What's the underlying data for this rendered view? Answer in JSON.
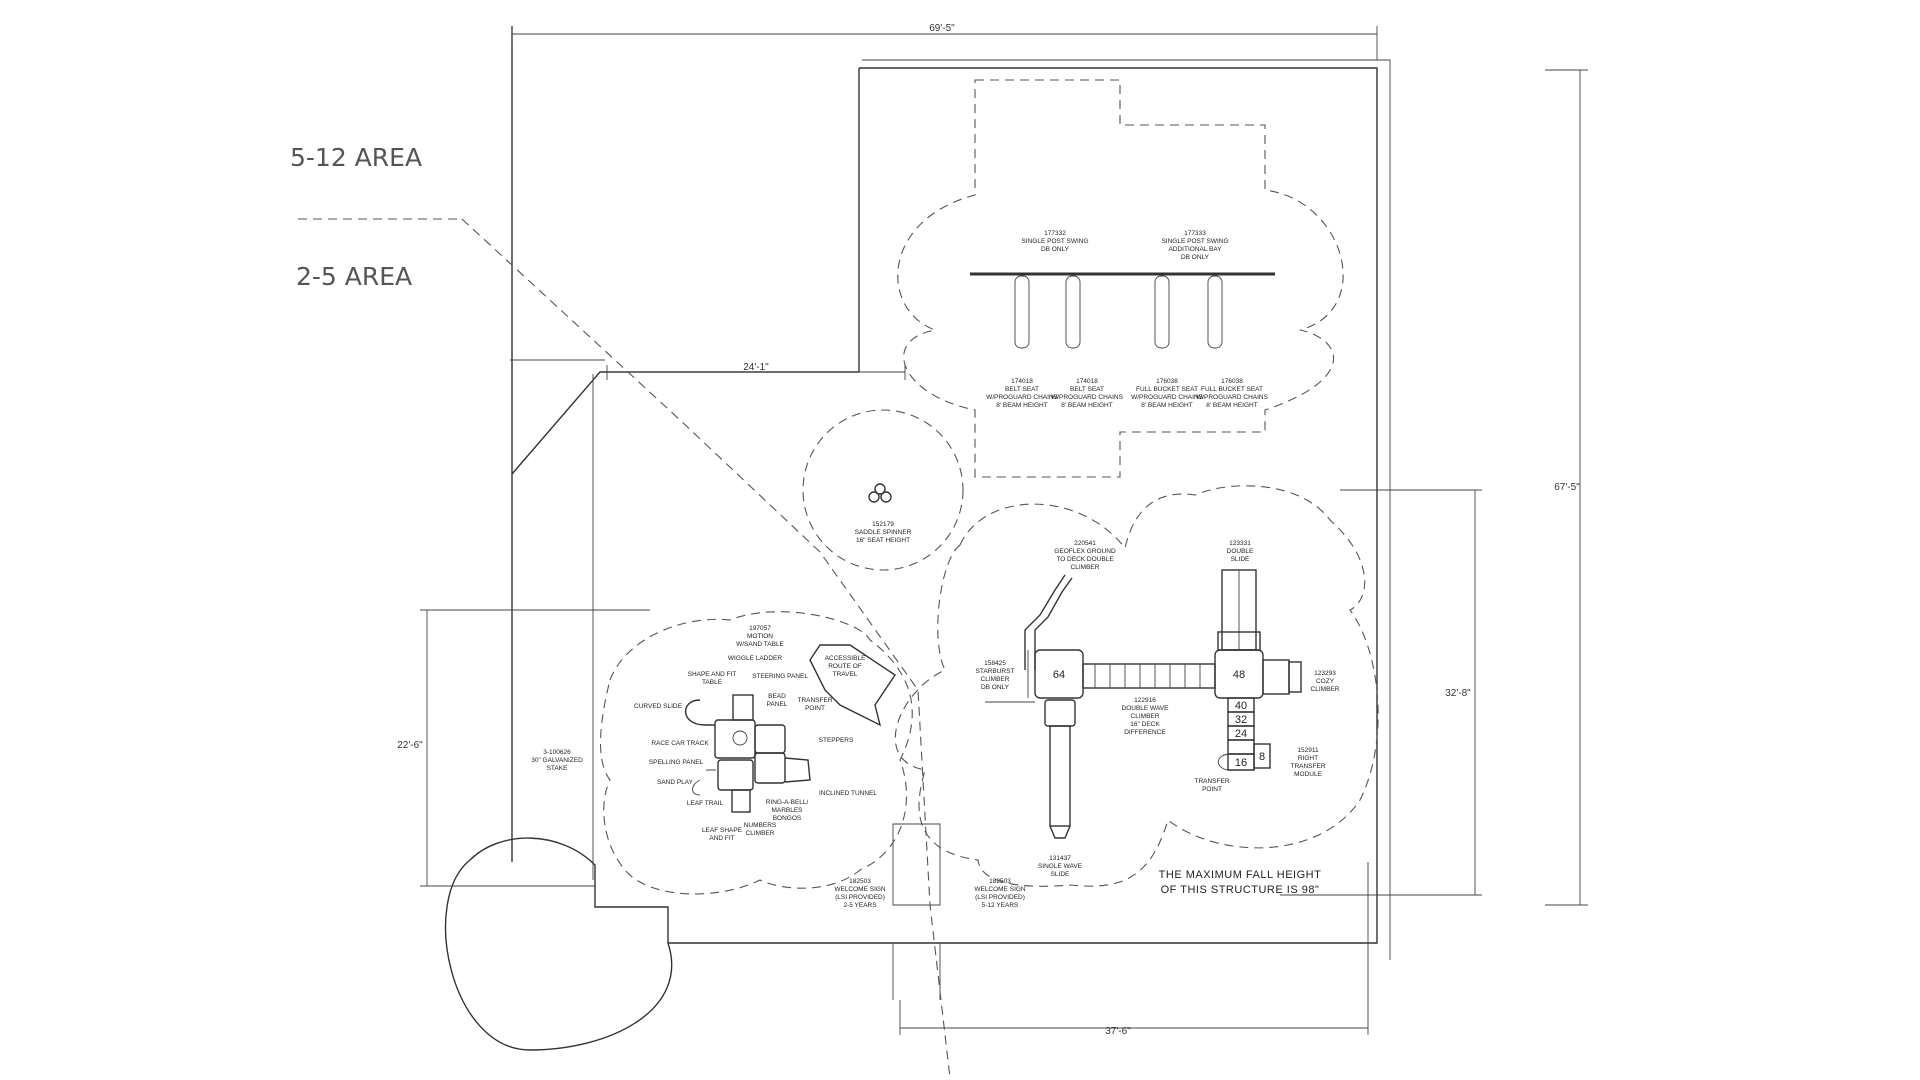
{
  "legend": {
    "upper": "5-12 AREA",
    "lower": "2-5 AREA"
  },
  "dimensions": {
    "top": "69'-5\"",
    "right_total": "67'-5\"",
    "right_partial": "32'-8\"",
    "bottom": "37'-6\"",
    "left": "22'-6\"",
    "mid": "24'-1\""
  },
  "note": {
    "line1": "THE MAXIMUM FALL HEIGHT",
    "line2": "OF THIS STRUCTURE IS 98\""
  },
  "swings": {
    "frame_left": [
      "177332",
      "SINGLE POST SWING",
      "DB ONLY"
    ],
    "frame_right": [
      "177333",
      "SINGLE POST SWING",
      "ADDITIONAL BAY",
      "DB ONLY"
    ],
    "seat1": [
      "174018",
      "BELT SEAT",
      "W/PROGUARD CHAINS",
      "8' BEAM HEIGHT"
    ],
    "seat2": [
      "174018",
      "BELT SEAT",
      "W/PROGUARD CHAINS",
      "8' BEAM HEIGHT"
    ],
    "seat3": [
      "176038",
      "FULL BUCKET SEAT",
      "W/PROGUARD CHAINS",
      "8' BEAM HEIGHT"
    ],
    "seat4": [
      "176038",
      "FULL BUCKET SEAT",
      "W/PROGUARD CHAINS",
      "8' BEAM HEIGHT"
    ]
  },
  "spinner": [
    "152179",
    "SADDLE SPINNER",
    "16\" SEAT HEIGHT"
  ],
  "big_structure": {
    "geoflex": [
      "220541",
      "GEOFLEX GROUND",
      "TO DECK DOUBLE",
      "CLIMBER"
    ],
    "double_slide": [
      "123331",
      "DOUBLE",
      "SLIDE"
    ],
    "starburst": [
      "158425",
      "STARBURST",
      "CLIMBER",
      "DB ONLY"
    ],
    "cozy": [
      "123293",
      "COZY",
      "CLIMBER"
    ],
    "wave_climber": [
      "122916",
      "DOUBLE WAVE",
      "CLIMBER",
      "16\" DECK",
      "DIFFERENCE"
    ],
    "transfer_module": [
      "152911",
      "RIGHT",
      "TRANSFER",
      "MODULE"
    ],
    "transfer_point": [
      "TRANSFER",
      "POINT"
    ],
    "wave_slide": [
      "131437",
      "SINGLE WAVE",
      "SLIDE"
    ],
    "decks": {
      "d64": "64",
      "d48": "48",
      "d40": "40",
      "d32": "32",
      "d24": "24",
      "d16": "16",
      "d8": "8"
    }
  },
  "small_structure": {
    "motion": [
      "197057",
      "MOTION",
      "W/SAND TABLE"
    ],
    "wiggle": "WIGGLE LADDER",
    "shape_fit_table": [
      "SHAPE AND FIT",
      "TABLE"
    ],
    "steering": "STEERING PANEL",
    "accessible": [
      "ACCESSIBLE",
      "ROUTE OF",
      "TRAVEL"
    ],
    "curved_slide": "CURVED SLIDE",
    "bead": [
      "BEAD",
      "PANEL"
    ],
    "transfer": [
      "TRANSFER",
      "POINT"
    ],
    "race": "RACE CAR TRACK",
    "steppers": "STEPPERS",
    "spelling": "SPELLING PANEL",
    "sand": "SAND PLAY",
    "tunnel": "INCLINED TUNNEL",
    "leaf_trail": "LEAF TRAIL",
    "ring": [
      "RING-A-BELL/",
      "MARBLES",
      "BONGOS"
    ],
    "leaf_shape": [
      "LEAF SHAPE",
      "AND FIT"
    ],
    "numbers": [
      "NUMBERS",
      "CLIMBER"
    ],
    "stake": [
      "3-100626",
      "30\" GALVANIZED",
      "STAKE"
    ]
  },
  "signs": {
    "sign_25": [
      "182503",
      "WELCOME SIGN",
      "(LSI PROVIDED)",
      "2-5 YEARS"
    ],
    "sign_512": [
      "182503",
      "WELCOME SIGN",
      "(LSI PROVIDED)",
      "5-12 YEARS"
    ]
  }
}
